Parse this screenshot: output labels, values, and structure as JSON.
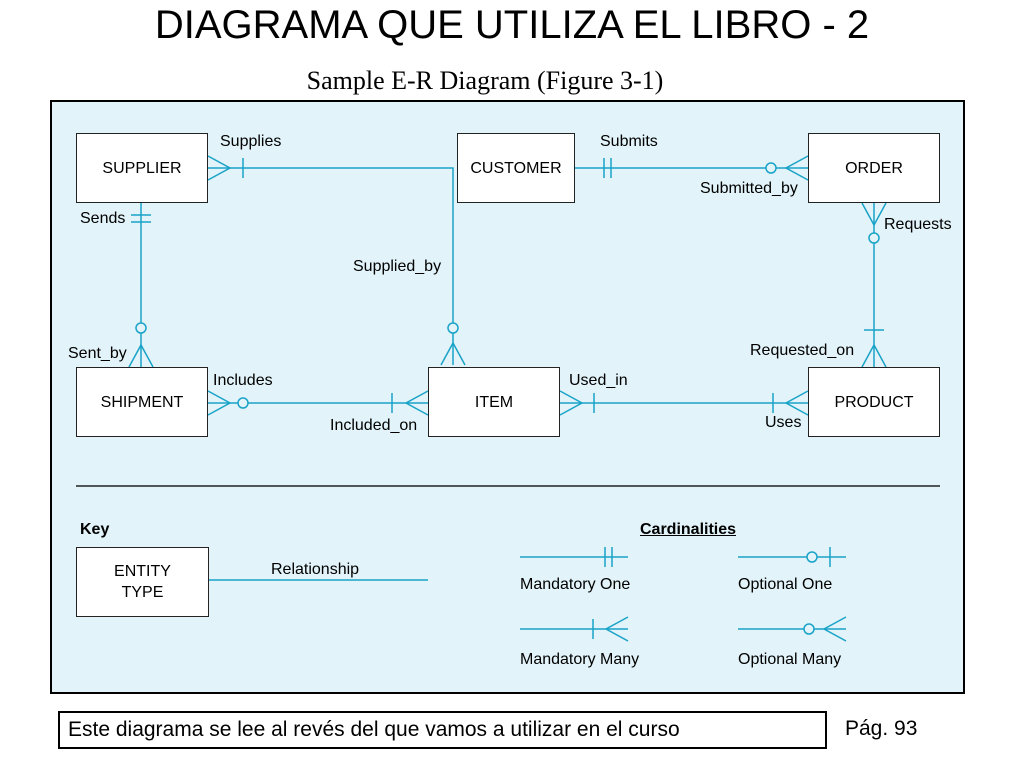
{
  "header": {
    "title": "DIAGRAMA QUE UTILIZA EL LIBRO - 2",
    "subtitle": "Sample E-R Diagram (Figure 3-1)"
  },
  "diagram": {
    "entities": {
      "supplier": "SUPPLIER",
      "customer": "CUSTOMER",
      "order": "ORDER",
      "shipment": "SHIPMENT",
      "item": "ITEM",
      "product": "PRODUCT"
    },
    "relationships": {
      "supplies": "Supplies",
      "supplied_by": "Supplied_by",
      "submits": "Submits",
      "submitted_by": "Submitted_by",
      "requests": "Requests",
      "requested_on": "Requested_on",
      "sends": "Sends",
      "sent_by": "Sent_by",
      "includes": "Includes",
      "included_on": "Included_on",
      "used_in": "Used_in",
      "uses": "Uses"
    }
  },
  "key": {
    "heading": "Key",
    "entity_type": "ENTITY\nTYPE",
    "relationship": "Relationship"
  },
  "cardinalities": {
    "heading": "Cardinalities",
    "mandatory_one": "Mandatory One",
    "optional_one": "Optional One",
    "mandatory_many": "Mandatory Many",
    "optional_many": "Optional Many"
  },
  "colors": {
    "line": "#1aa3c8",
    "panel_bg": "#e2f3f9"
  },
  "footer": {
    "note": "Este diagrama se lee al revés del que vamos a utilizar en el curso",
    "page": "Pág. 93"
  }
}
